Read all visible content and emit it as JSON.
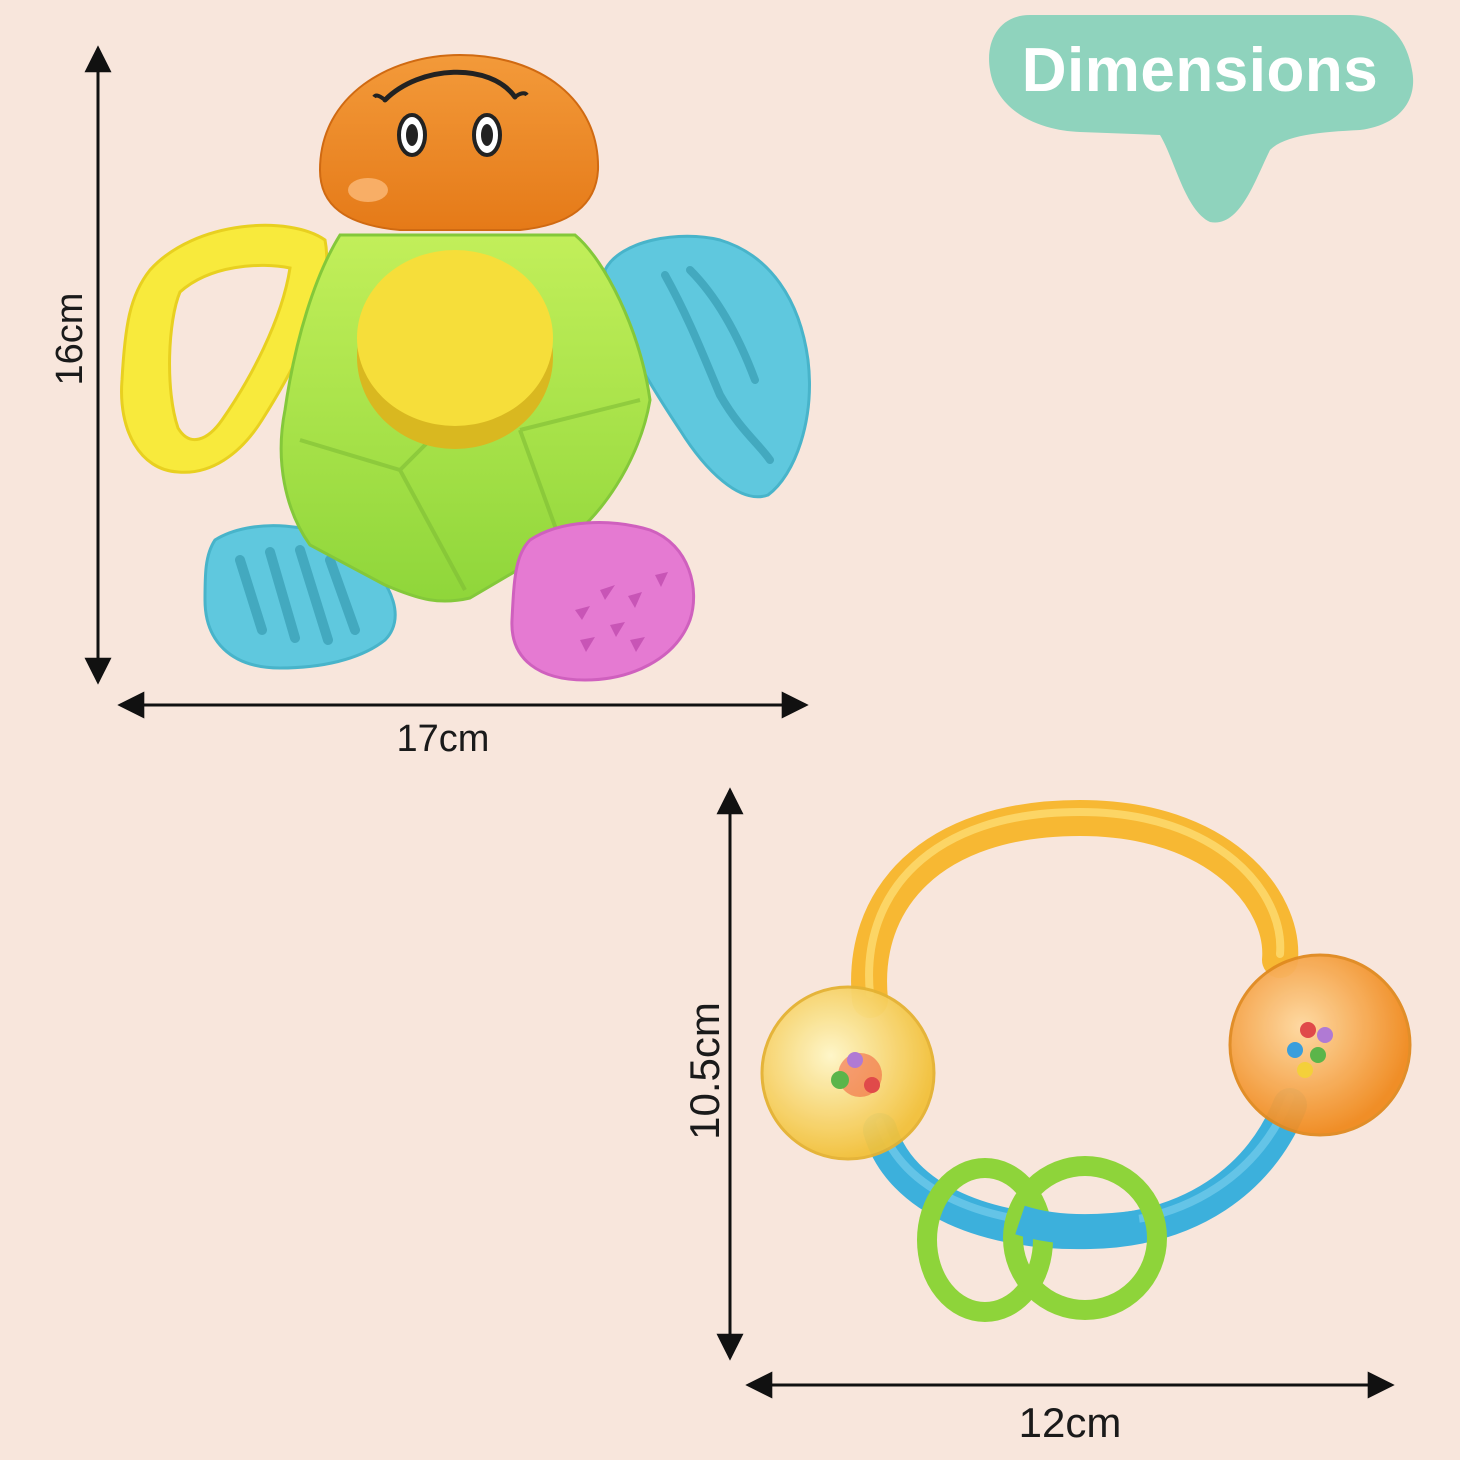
{
  "badge": {
    "title": "Dimensions",
    "color": "#8fd3bd"
  },
  "background_color": "#f8e6dc",
  "products": [
    {
      "name": "turtle-teether",
      "height_label": "16cm",
      "width_label": "17cm",
      "colors": {
        "head": "#ee8a2c",
        "body": "#a6e34c",
        "center": "#f4dc3a",
        "handle": "#f8ea3c",
        "fin": "#58c6dc",
        "foot_pink": "#e57ad2"
      }
    },
    {
      "name": "ring-rattle",
      "height_label": "10.5cm",
      "width_label": "12cm",
      "colors": {
        "top_arc": "#f7b833",
        "bottom_arc": "#3cb0dc",
        "rings": "#8ed43a",
        "ball_left": "#f6c93c",
        "ball_right": "#f39a28"
      }
    }
  ]
}
